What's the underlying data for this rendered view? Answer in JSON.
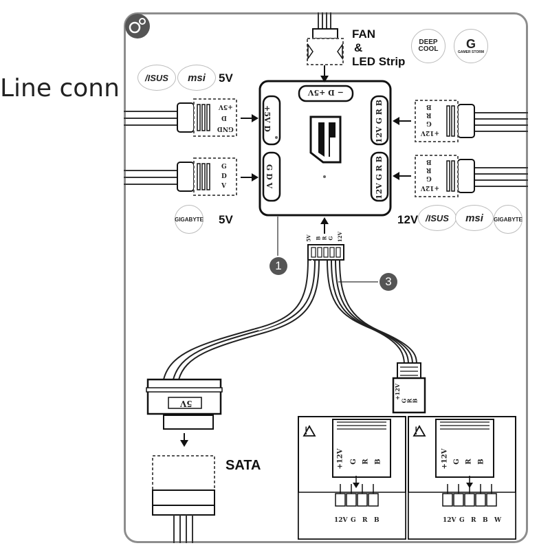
{
  "caption": "Line conn",
  "fan_label": "FAN",
  "amp_label": "&",
  "led_label": "LED Strip",
  "voltage_top_left": "5V",
  "voltage_bottom_left": "5V",
  "voltage_bottom_right": "12V",
  "sata_label": "SATA",
  "brands": {
    "asus": "/ISUS",
    "msi": "msi",
    "gigabyte": "GIGABYTE",
    "deepcool": "DEEP COOL",
    "gamerstorm": "GAMER STORM"
  },
  "hub": {
    "top_port": "− D +5V",
    "left_port_top": "+5V D",
    "left_port_bottom": "G D V",
    "right_port_top": "12V G R B",
    "right_port_bottom": "12V G R B"
  },
  "connectors": {
    "left_top_pins": [
      "+5V",
      "D",
      "GND"
    ],
    "left_bottom_pins": [
      "G",
      "D",
      "V"
    ],
    "right_top_pins": [
      "B",
      "R",
      "G",
      "+12V"
    ],
    "right_bottom_pins": [
      "B",
      "R",
      "G",
      "+12V"
    ],
    "cable_pins": [
      "5V",
      "B",
      "R",
      "G",
      "12V"
    ],
    "sata_plug_label": "5V",
    "rgb_plug_pins": [
      "+12V",
      "G",
      "R",
      "B"
    ]
  },
  "callouts": [
    "1",
    "3"
  ],
  "headers": {
    "four_pin": {
      "card_pins": [
        "+12V",
        "G",
        "R",
        "B"
      ],
      "labels": [
        "12V",
        "G",
        "R",
        "B"
      ]
    },
    "five_pin": {
      "card_pins": [
        "+12V",
        "G",
        "R",
        "B"
      ],
      "labels": [
        "12V",
        "G",
        "R",
        "B",
        "W"
      ]
    }
  }
}
